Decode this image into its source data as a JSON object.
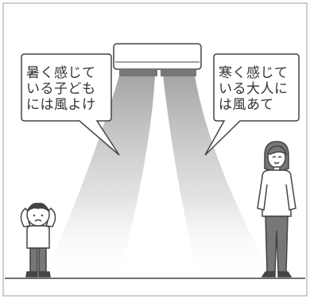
{
  "colors": {
    "frame": "#bdbdbd",
    "outline": "#444444",
    "airflow": "#bfbfbf",
    "skin": "#ffffff"
  },
  "left_bubble": {
    "lines": [
      "暑く感じて",
      "いる子ども",
      "には風よけ"
    ]
  },
  "right_bubble": {
    "lines": [
      "寒く感じて",
      "いる大人に",
      "は風あて"
    ]
  },
  "figures": {
    "air_conditioner": "air-conditioner",
    "child": "child-figure",
    "adult": "adult-figure"
  }
}
